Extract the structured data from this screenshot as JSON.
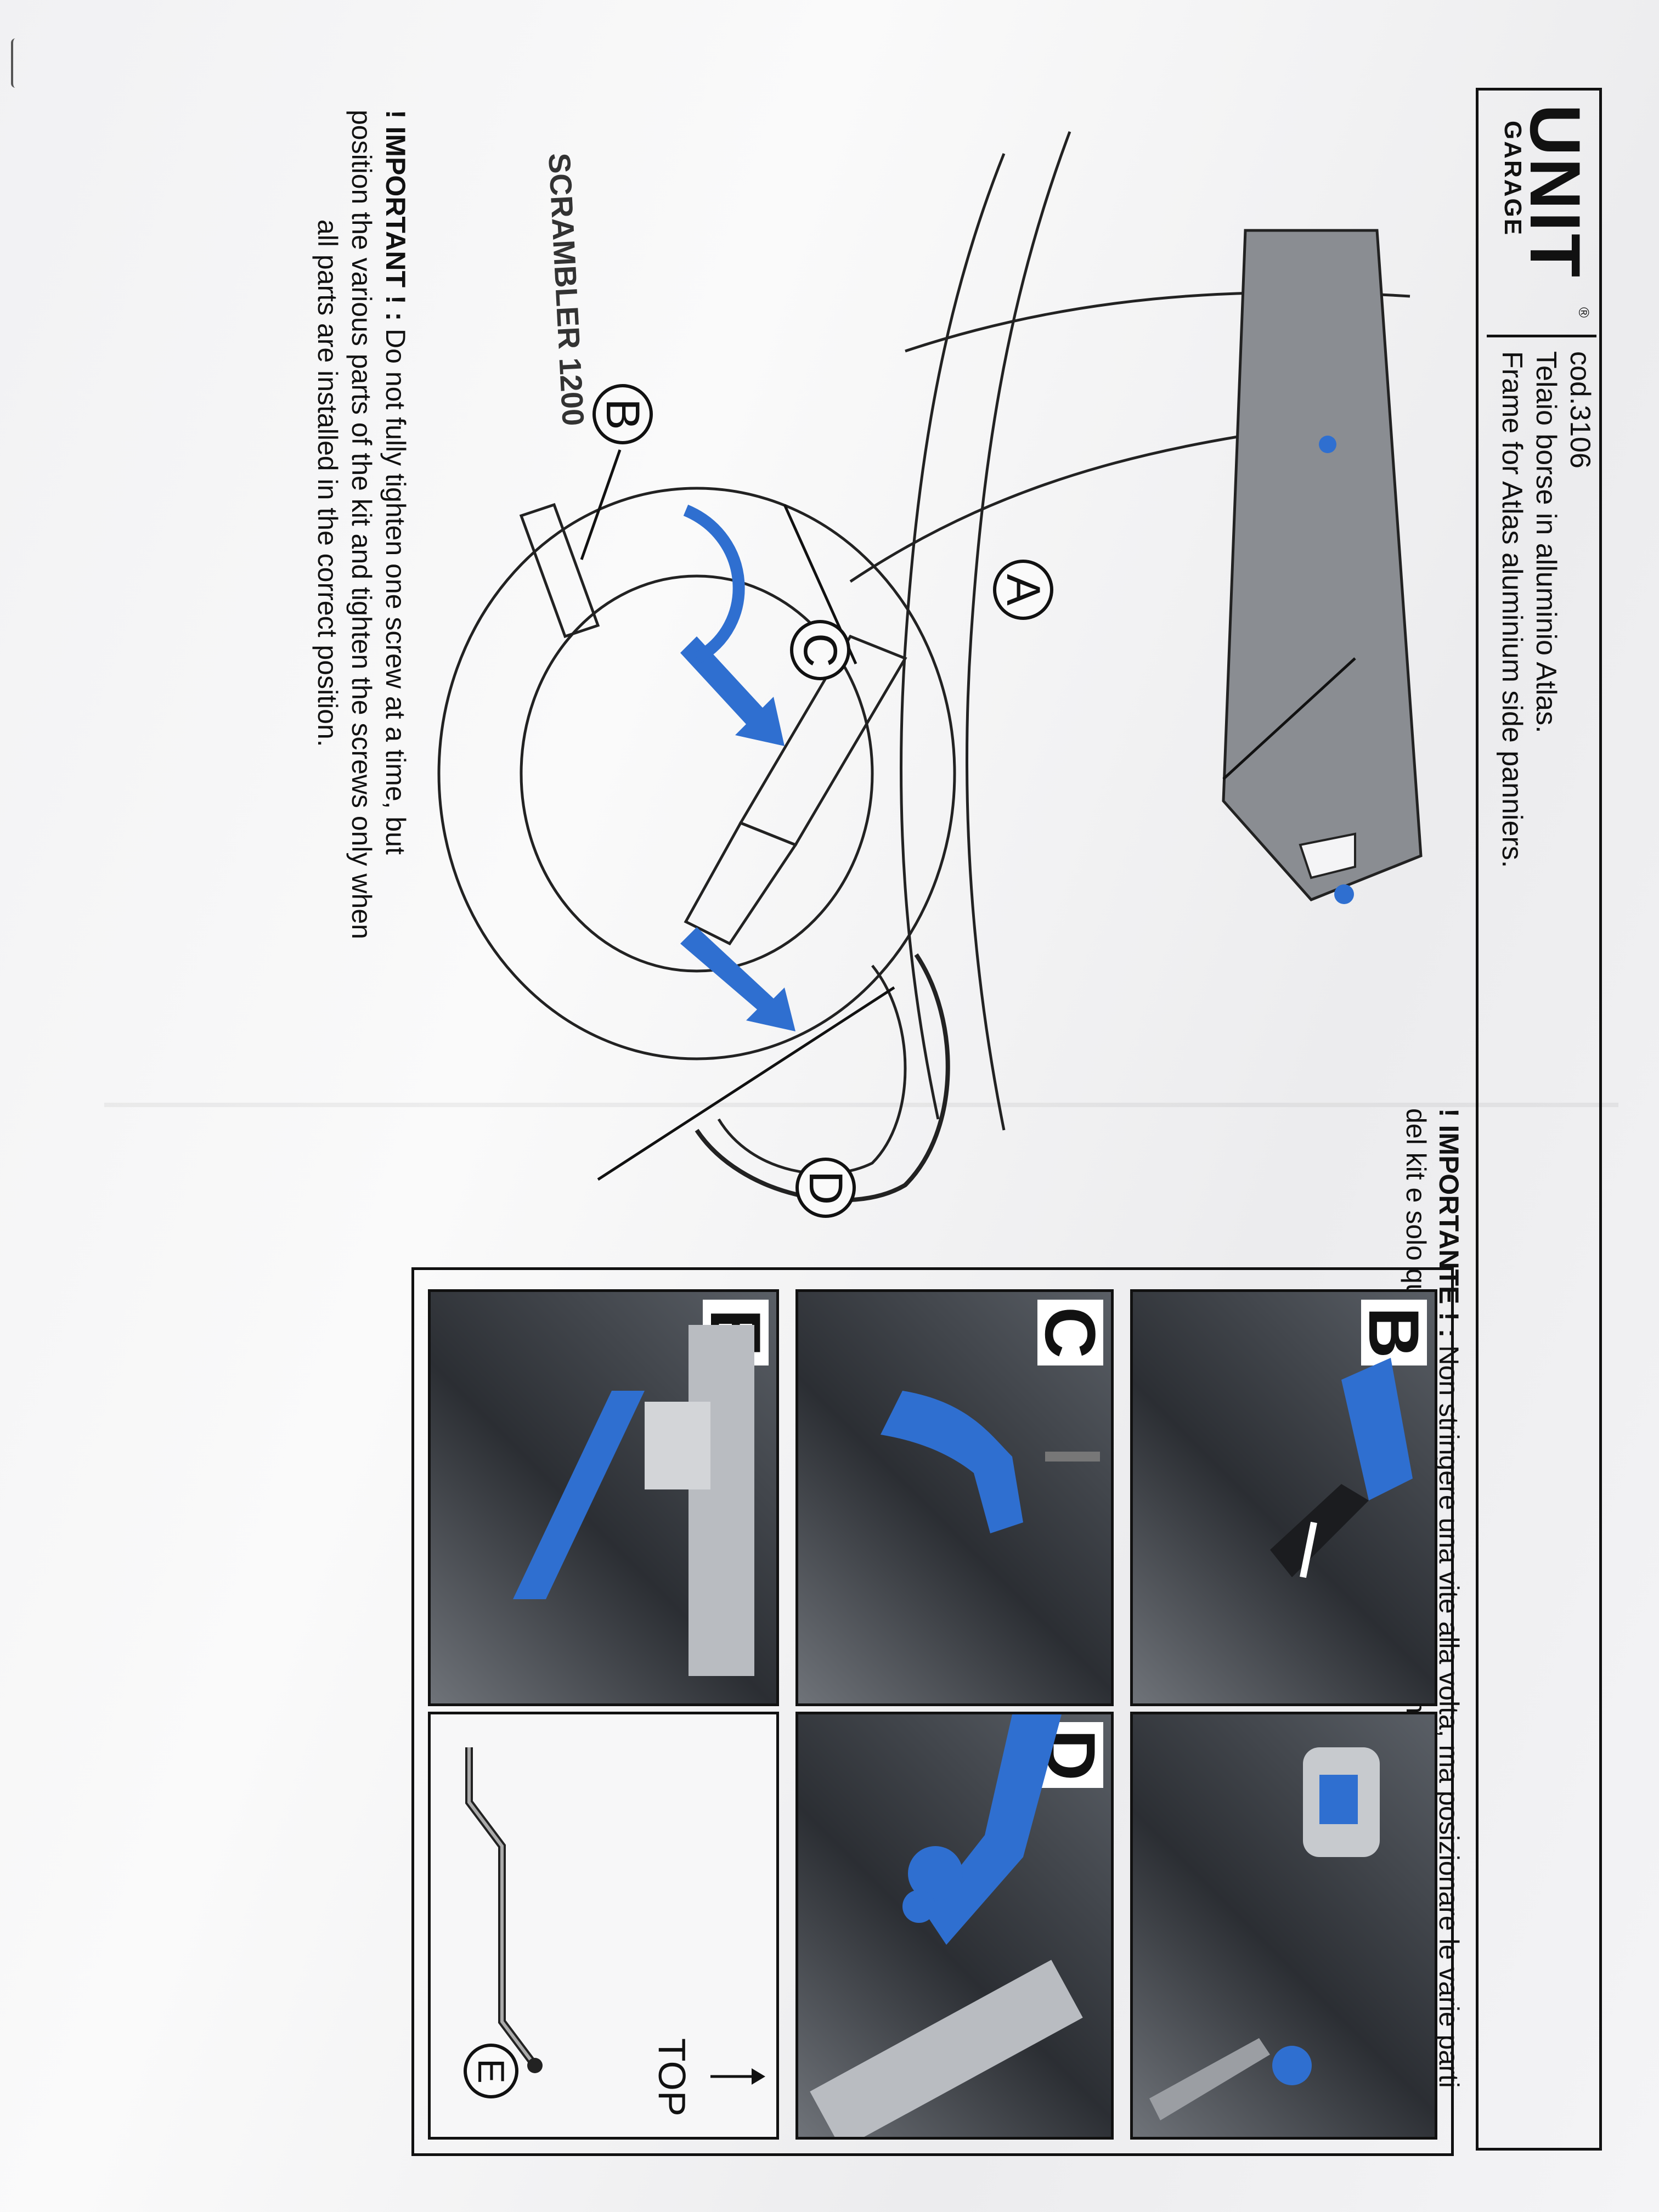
{
  "header": {
    "brand": "UNIT",
    "brand_mark": "®",
    "brand_sub": "GARAGE",
    "code": "cod.3106",
    "title_it": "Telaio borse in alluminio Atlas.",
    "title_en": "Frame for Atlas aluminium side panniers."
  },
  "notes": {
    "it_heading": "! IMPORTANTE ! :",
    "it_line1": "Non stringere una vite alla volta, ma posizionare le varie parti",
    "it_line2": "del kit e solo quando tutto è collocato correttamente ed in posizione serrare le viti.",
    "en_heading": "! IMPORTANT ! :",
    "en_line1": "Do not fully tighten one screw at a time, but",
    "en_line2": "position the various parts of the kit and tighten the screws only when",
    "en_line3": "all parts are installed in the correct position."
  },
  "drawing": {
    "model_text": "SCRAMBLER 1200",
    "label_a": "A",
    "label_b": "B",
    "label_c": "C",
    "label_d": "D"
  },
  "photos": {
    "b": "B",
    "c": "C",
    "d": "D",
    "e": "E"
  },
  "diagram_e": {
    "top_label": "TOP",
    "point_label": "E"
  },
  "colors": {
    "accent_blue": "#2f6fd0",
    "ink": "#111111",
    "paper": "#f4f4f6"
  }
}
